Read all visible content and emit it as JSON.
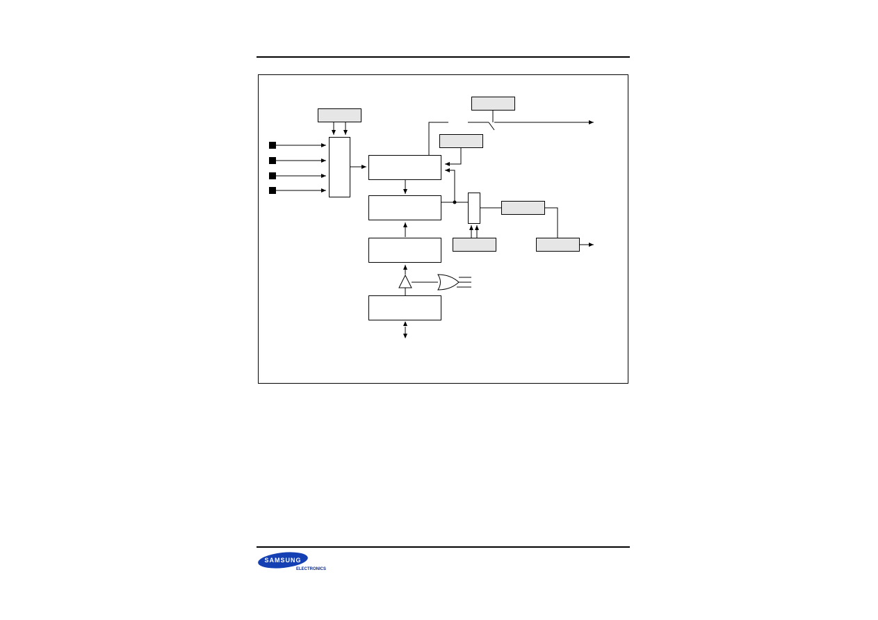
{
  "header": {
    "rule": true
  },
  "footer": {
    "logo": {
      "brand": "SAMSUNG",
      "sub": "ELECTRONICS",
      "color": "#1440b4"
    }
  },
  "diagram": {
    "frame": "block-diagram",
    "boxes": [
      {
        "id": "clock-select-box",
        "label": ""
      },
      {
        "id": "input-mux",
        "label": ""
      },
      {
        "id": "counter-block",
        "label": ""
      },
      {
        "id": "compare-block",
        "label": ""
      },
      {
        "id": "data-register-block",
        "label": ""
      },
      {
        "id": "data-bus-block",
        "label": ""
      },
      {
        "id": "output-switch-box",
        "label": ""
      },
      {
        "id": "interrupt-box",
        "label": ""
      },
      {
        "id": "output-mux",
        "label": ""
      },
      {
        "id": "output-latch-box",
        "label": ""
      },
      {
        "id": "mode-select-box",
        "label": ""
      },
      {
        "id": "output-pin-box",
        "label": ""
      }
    ],
    "colors": {
      "shaded_box": "#e6e6e6",
      "line": "#000000"
    }
  }
}
